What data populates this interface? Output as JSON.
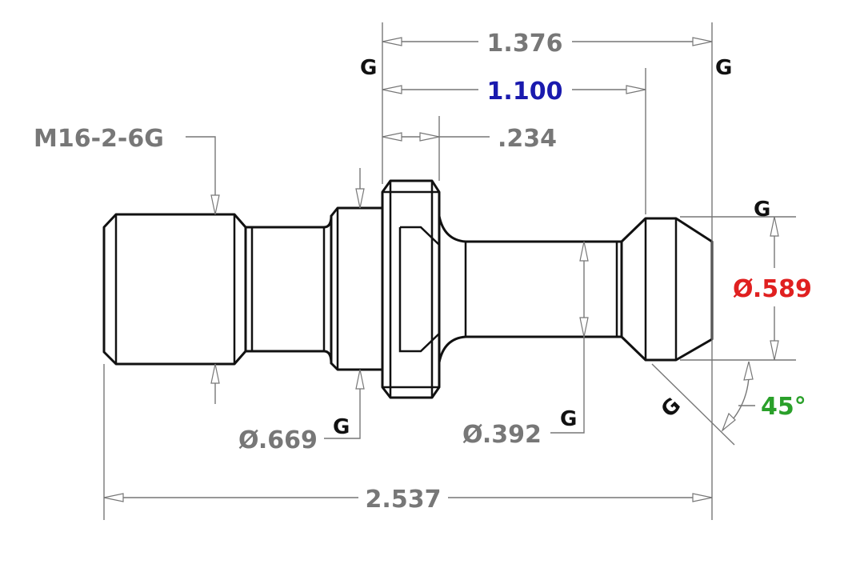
{
  "colors": {
    "dimension": "#777777",
    "outline": "#111111",
    "highlight_blue": "#1a1aae",
    "highlight_red": "#e02020",
    "highlight_green": "#2aa02a"
  },
  "dimensions": {
    "overall_length_top": "1.376",
    "length_blue": "1.100",
    "flange_width": ".234",
    "thread_callout": "M16-2-6G",
    "diameter_shoulder": "Ø.669",
    "diameter_neck": "Ø.392",
    "diameter_head": "Ø.589",
    "angle": "45°",
    "overall_length": "2.537"
  },
  "marks": {
    "g_top_left": "G",
    "g_top_right": "G",
    "g_head": "G",
    "g_chamfer": "G",
    "g_shoulder": "G",
    "g_neck": "G"
  }
}
